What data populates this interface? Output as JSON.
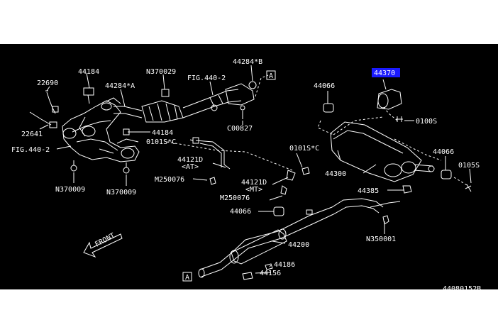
{
  "diagram": {
    "highlight_color": "#1a1aff",
    "corner_code": "44080152B",
    "labels": {
      "p22690": "22690",
      "p44184a": "44184",
      "p44284a": "44284*A",
      "n370029": "N370029",
      "fig4402a": "FIG.440-2",
      "p44284b": "44284*B",
      "refA1": "A",
      "p22641": "22641",
      "fig4402b": "FIG.440-2",
      "p44184b": "44184",
      "c00827": "C00827",
      "s0101c1": "0101S*C",
      "p44121d_at": "44121D",
      "at": "<AT>",
      "m250076a": "M250076",
      "n370009a": "N370009",
      "n370009b": "N370009",
      "s0101c2": "0101S*C",
      "p44121d_mt": "44121D",
      "mt": "<MT>",
      "m250076b": "M250076",
      "p44066a": "44066",
      "p44370": "44370",
      "p44066b": "44066",
      "s0100": "0100S",
      "p44066c": "44066",
      "p44300": "44300",
      "s0105": "0105S",
      "p44385": "44385",
      "n350001": "N350001",
      "p44200": "44200",
      "front": "FRONT",
      "refA2": "A",
      "p44186": "44186",
      "p44156": "44156"
    }
  }
}
